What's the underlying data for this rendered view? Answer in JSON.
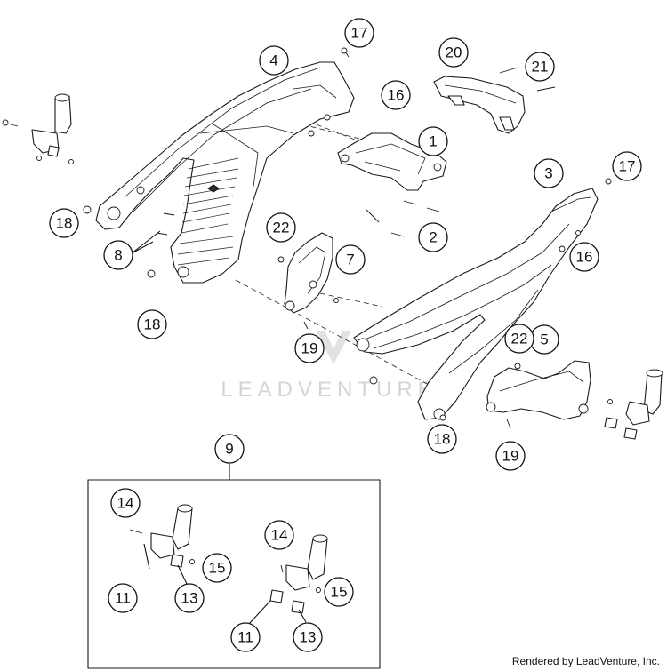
{
  "watermark": "LEADVENTURE",
  "credit": "Rendered by LeadVenture, Inc.",
  "callouts": [
    {
      "id": "c1",
      "label": "1"
    },
    {
      "id": "c2",
      "label": "2"
    },
    {
      "id": "c3",
      "label": "3"
    },
    {
      "id": "c4",
      "label": "4"
    },
    {
      "id": "c5",
      "label": "5"
    },
    {
      "id": "c7",
      "label": "7"
    },
    {
      "id": "c8",
      "label": "8"
    },
    {
      "id": "c9",
      "label": "9"
    },
    {
      "id": "c11a",
      "label": "11"
    },
    {
      "id": "c11b",
      "label": "11"
    },
    {
      "id": "c13a",
      "label": "13"
    },
    {
      "id": "c13b",
      "label": "13"
    },
    {
      "id": "c14a",
      "label": "14"
    },
    {
      "id": "c14b",
      "label": "14"
    },
    {
      "id": "c15a",
      "label": "15"
    },
    {
      "id": "c15b",
      "label": "15"
    },
    {
      "id": "c16a",
      "label": "16"
    },
    {
      "id": "c16b",
      "label": "16"
    },
    {
      "id": "c17a",
      "label": "17"
    },
    {
      "id": "c17b",
      "label": "17"
    },
    {
      "id": "c18a",
      "label": "18"
    },
    {
      "id": "c18b",
      "label": "18"
    },
    {
      "id": "c18c",
      "label": "18"
    },
    {
      "id": "c19a",
      "label": "19"
    },
    {
      "id": "c19b",
      "label": "19"
    },
    {
      "id": "c20",
      "label": "20"
    },
    {
      "id": "c21",
      "label": "21"
    },
    {
      "id": "c22a",
      "label": "22"
    },
    {
      "id": "c22b",
      "label": "22"
    }
  ]
}
